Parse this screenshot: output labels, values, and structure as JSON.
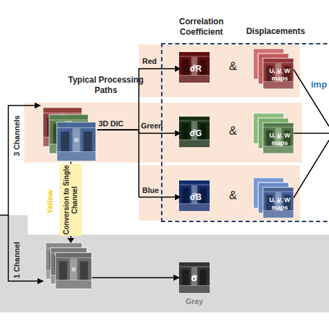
{
  "diagram": {
    "nodes": [
      {
        "text": [
          "imp"
        ]
      },
      {
        "text": [
          "Typical Processing Paths"
        ]
      },
      {
        "text": [
          "σR"
        ],
        "in": 0
      },
      {
        "text": [
          "U, V, W maps"
        ],
        "in": 0
      },
      {
        "text": [
          "σG"
        ],
        "in": 0
      },
      {
        "text": [
          "U, V, W maps"
        ],
        "in": 0
      },
      {
        "text": [
          "σB"
        ],
        "in": 0
      },
      {
        "text": [
          "U, V, W maps"
        ],
        "in": 0
      },
      {
        "text": [
          "Conversion to Single Channel"
        ]
      },
      {
        "text": [
          "σ",
          "Gray"
        ]
      }
    ],
    "edges": [
      {
        "from": 1,
        "to": 2,
        "label": "Red",
        "arrow": "to"
      },
      {
        "from": 1,
        "to": 4,
        "label": "Green",
        "arrow": "to"
      },
      {
        "from": 1,
        "to": 6,
        "label": "Blue",
        "arrow": "to"
      },
      {
        "from": 1,
        "to": 8,
        "arrow": "none"
      },
      {
        "from": 8,
        "to": 9,
        "arrow": "to"
      }
    ],
    "labels": [
      "Correlation Coefficient",
      "Displacements",
      "3D DIC",
      "&",
      "&",
      "&",
      "3 Channels",
      "1 Channel",
      "Yellow"
    ]
  }
}
